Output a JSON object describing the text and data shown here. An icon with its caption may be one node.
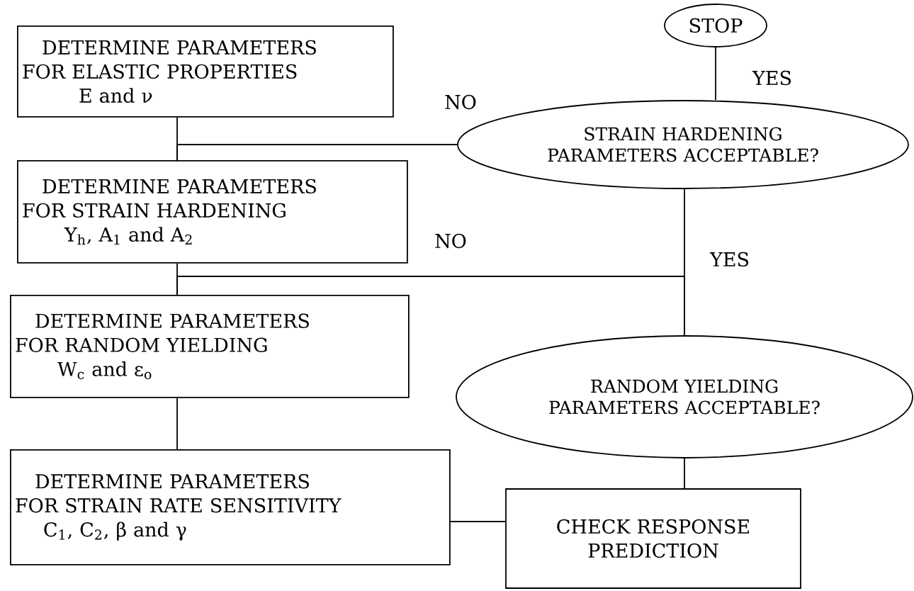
{
  "diagram": {
    "nodes": [
      {
        "text": [
          "DETERMINE PARAMETERS FOR ELASTIC PROPERTIES",
          "E and ν"
        ]
      },
      {
        "text": [
          "DETERMINE PARAMETERS FOR STRAIN HARDENING",
          "Y$_{h}$, A$_{1}$ and A$_{2}$"
        ]
      },
      {
        "text": [
          "DETERMINE PARAMETERS FOR RANDOM YIELDING",
          "W$_{c}$ and ε$_{o}$"
        ]
      },
      {
        "text": [
          "DETERMINE PARAMETERS FOR STRAIN RATE SENSITIVITY",
          "C$_{1}$, C$_{2}$, β and γ"
        ]
      },
      {
        "text": [
          "STOP"
        ]
      },
      {
        "text": [
          "STRAIN HARDENING PARAMETERS ACCEPTABLE?"
        ]
      },
      {
        "text": [
          "RANDOM YIELDING PARAMETERS ACCEPTABLE?"
        ]
      },
      {
        "text": [
          "CHECK RESPONSE PREDICTION"
        ]
      }
    ],
    "edges": [
      {
        "from": 0,
        "to": 1,
        "arrow": "none"
      },
      {
        "from": 5,
        "to": 1,
        "arrow": "none",
        "label": "NO"
      },
      {
        "from": 5,
        "to": 4,
        "arrow": "none",
        "label": "YES"
      },
      {
        "from": 1,
        "to": 2,
        "arrow": "none"
      },
      {
        "from": 6,
        "to": 5,
        "arrow": "none",
        "label": "YES"
      },
      {
        "from": 6,
        "to": 2,
        "arrow": "none",
        "label": "NO"
      },
      {
        "from": 2,
        "to": 3,
        "arrow": "none"
      },
      {
        "from": 3,
        "to": 7,
        "arrow": "none"
      },
      {
        "from": 7,
        "to": 6,
        "arrow": "none"
      }
    ]
  }
}
